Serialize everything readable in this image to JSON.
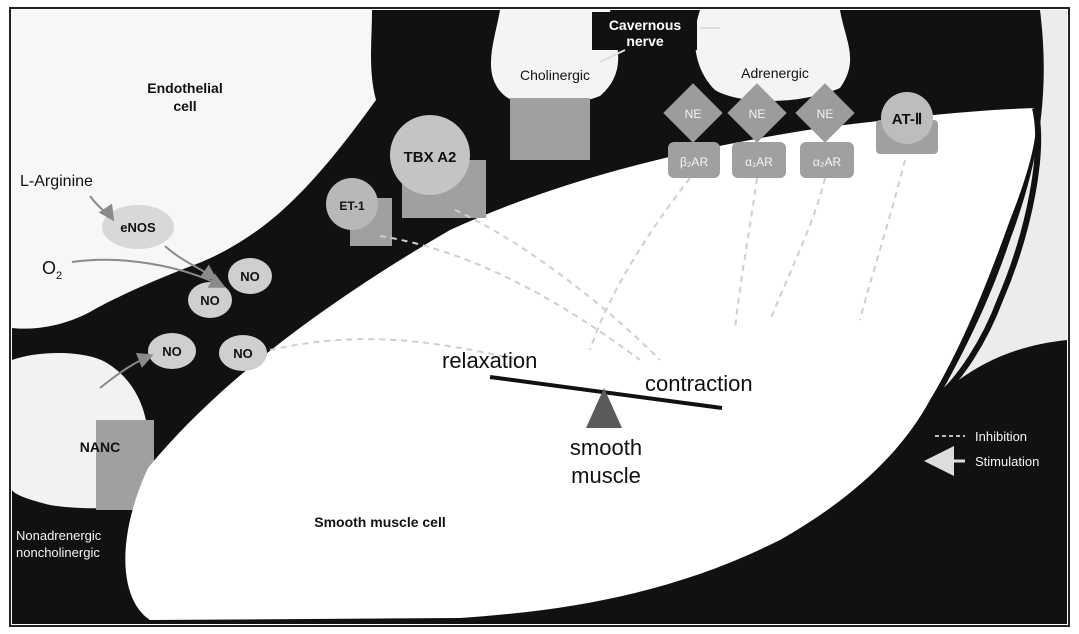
{
  "labels": {
    "endothelial_cell": [
      "Endothelial",
      "cell"
    ],
    "l_arginine": "L-Arginine",
    "enos": "eNOS",
    "o2_base": "O",
    "o2_sub": "2",
    "no": "NO",
    "nanc": "NANC",
    "nanc_full": [
      "Nonadrenergic",
      "noncholinergic"
    ],
    "et1": "ET-1",
    "tbx_a2": "TBX A2",
    "cholinergic": "Cholinergic",
    "cavernous_nerve": [
      "Cavernous",
      "nerve"
    ],
    "adrenergic": "Adrenergic",
    "ne": "NE",
    "beta_ar": "β₂AR",
    "alpha1_ar": "α₁AR",
    "alpha2_ar": "α₂AR",
    "at2": "AT-Ⅱ",
    "relaxation": "relaxation",
    "contraction": "contraction",
    "smooth_muscle": [
      "smooth",
      "muscle"
    ],
    "smooth_muscle_cell": "Smooth muscle cell"
  },
  "legend": {
    "inhibition": "Inhibition",
    "stimulation": "Stimulation"
  },
  "colors": {
    "background": "#111111",
    "cell": "#ffffff",
    "receptor": "#a9a9a9",
    "balance_pivot": "#5a5a5a"
  }
}
